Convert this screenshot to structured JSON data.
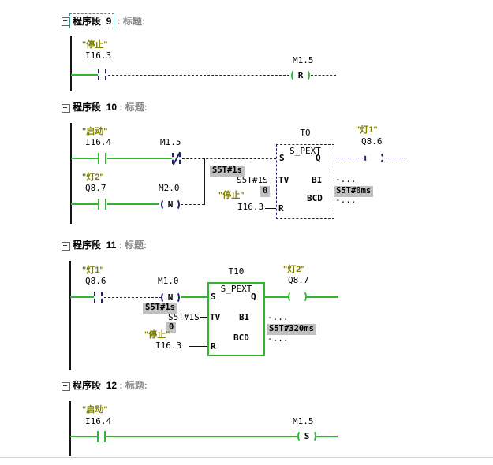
{
  "colors": {
    "active_green": "#2eb82e",
    "inactive_dash": "#22226b",
    "symbol_olive": "#808000",
    "watch_bg": "#c0c0c0",
    "selection_teal": "#1f9fa8",
    "rail": "#151515",
    "title_gray": "#888888"
  },
  "networks": {
    "n9": {
      "title": "程序段  9",
      "title_suffix": " : 标题:",
      "stop_symbol": "\"停止\"",
      "stop_address": "I16.3",
      "coil_address": "M1.5",
      "coil_letter": "R"
    },
    "n10": {
      "title": "程序段  10",
      "title_suffix": " : 标题:",
      "start_symbol": "\"启动\"",
      "start_address": "I16.4",
      "m15_address": "M1.5",
      "lamp2_symbol": "\"灯2\"",
      "lamp2_address": "Q8.7",
      "m20_address": "M2.0",
      "m20_letter": "N",
      "timer_name": "T0",
      "timer_type": "S_PEXT",
      "pin_s": "S",
      "pin_tv": "TV",
      "pin_r": "R",
      "pin_q": "Q",
      "pin_bi": "BI",
      "pin_bcd": "BCD",
      "tv_value": "S5T#1S",
      "tv_watch": "S5T#1s",
      "zero_watch": "0",
      "r_symbol": "\"停止\"",
      "r_address": "I16.3",
      "bi_value": "-...",
      "bcd_value": "-...",
      "bcd_watch": "S5T#0ms",
      "coil_symbol": "\"灯1\"",
      "coil_address": "Q8.6"
    },
    "n11": {
      "title": "程序段  11",
      "title_suffix": " : 标题:",
      "lamp1_symbol": "\"灯1\"",
      "lamp1_address": "Q8.6",
      "m10_address": "M1.0",
      "m10_letter": "N",
      "timer_name": "T10",
      "timer_type": "S_PEXT",
      "pin_s": "S",
      "pin_tv": "TV",
      "pin_r": "R",
      "pin_q": "Q",
      "pin_bi": "BI",
      "pin_bcd": "BCD",
      "tv_value": "S5T#1S",
      "tv_watch": "S5T#1s",
      "zero_watch": "0",
      "r_symbol": "\"停止\"",
      "r_address": "I16.3",
      "bi_value": "-...",
      "bcd_value": "-...",
      "bcd_watch": "S5T#320ms",
      "coil_symbol": "\"灯2\"",
      "coil_address": "Q8.7"
    },
    "n12": {
      "title": "程序段  12",
      "title_suffix": " : 标题:",
      "start_symbol": "\"启动\"",
      "start_address": "I16.4",
      "coil_address": "M1.5",
      "coil_letter": "S"
    }
  }
}
